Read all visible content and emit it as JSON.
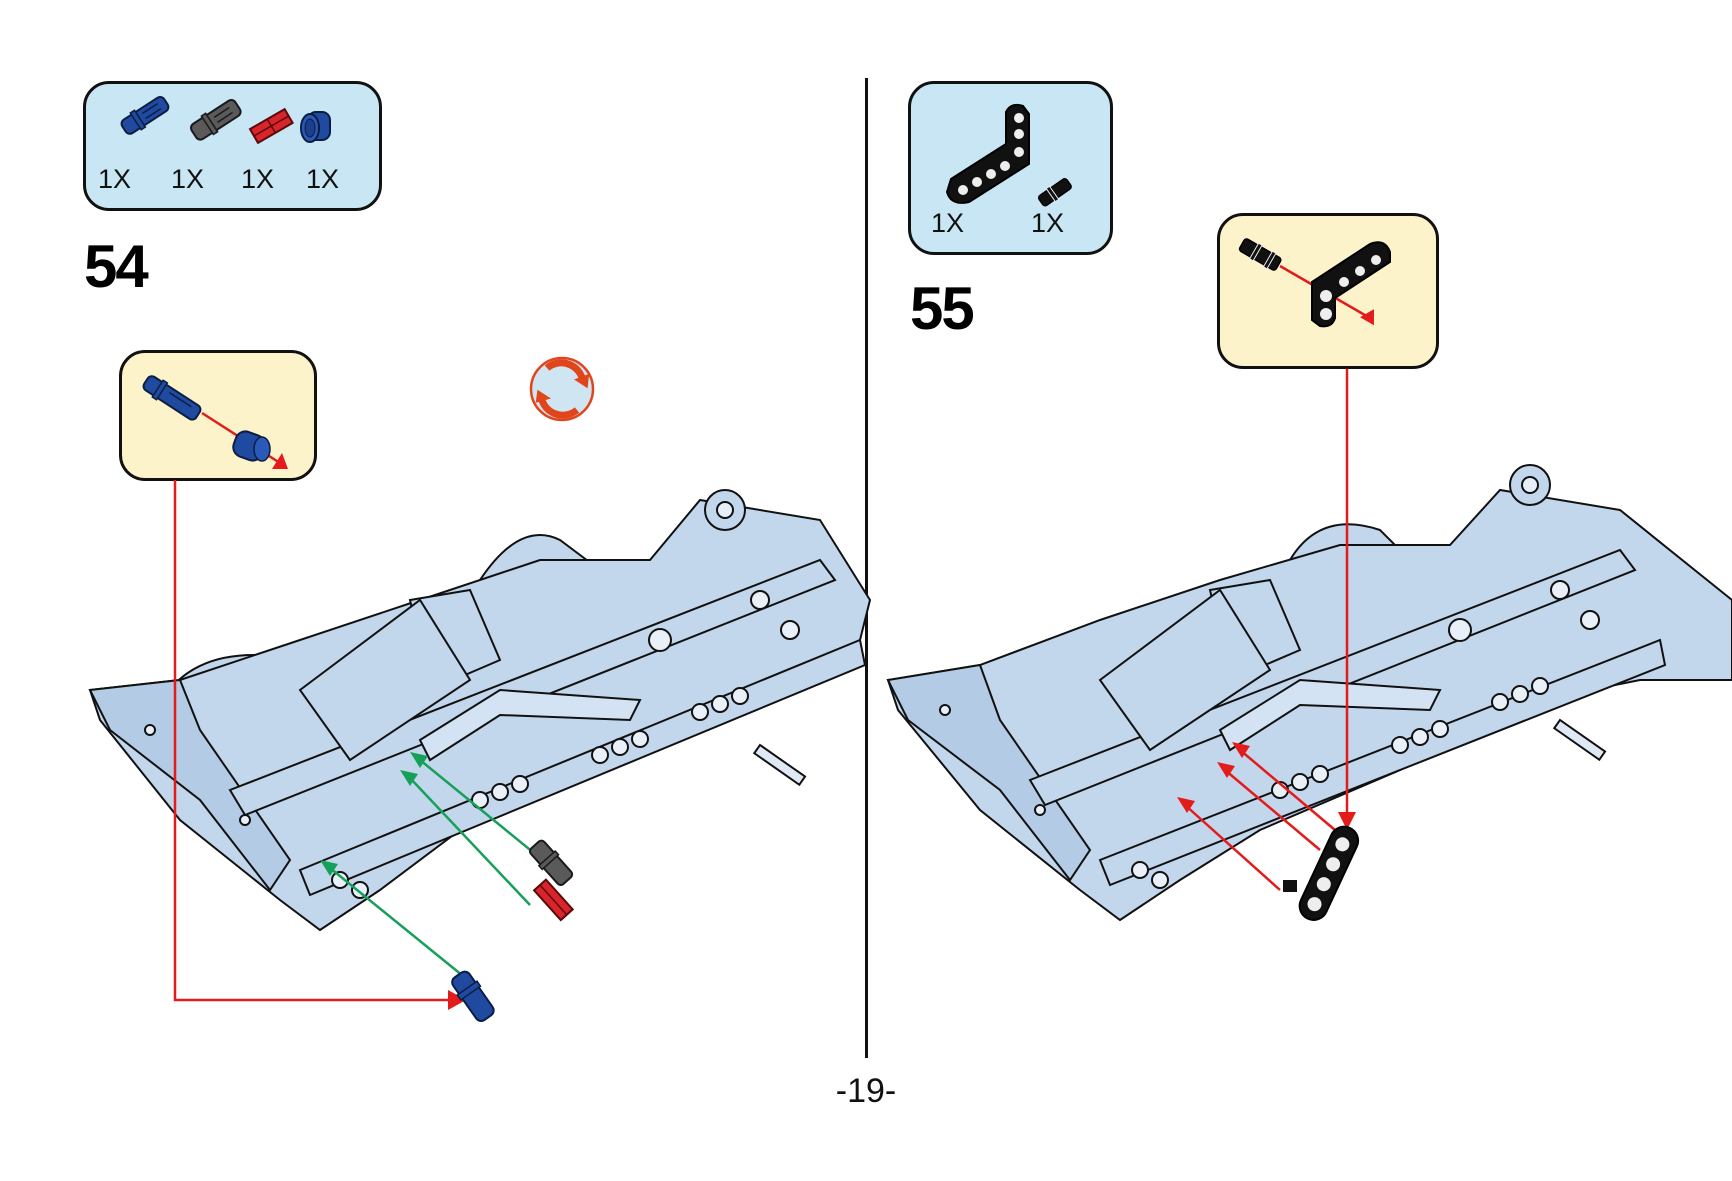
{
  "page": {
    "number_label": "-19-"
  },
  "colors": {
    "parts_box_bg": "#c9e6f4",
    "callout_bg": "#fcf3cb",
    "model_fill": "#c2d6ec",
    "arrow_red": "#e31b1b",
    "arrow_green": "#16a05a",
    "part_blue": "#1f4aa0",
    "part_gray": "#5a5a5a",
    "part_red": "#d8242a",
    "part_black": "#111111"
  },
  "steps": [
    {
      "number": "54",
      "parts": [
        {
          "name": "blue long pin with friction",
          "color": "blue",
          "qty": "1X"
        },
        {
          "name": "gray axle pin",
          "color": "gray",
          "qty": "1X"
        },
        {
          "name": "red axle",
          "color": "red",
          "qty": "1X"
        },
        {
          "name": "blue bush",
          "color": "blue",
          "qty": "1X"
        }
      ],
      "callout": "blue pin into blue bush",
      "rotate_icon": "rotate-model-icon"
    },
    {
      "number": "55",
      "parts": [
        {
          "name": "black L-beam 2x4",
          "color": "black",
          "qty": "1X"
        },
        {
          "name": "black pin",
          "color": "black",
          "qty": "1X"
        }
      ],
      "callout": "black pin into L-beam"
    }
  ]
}
